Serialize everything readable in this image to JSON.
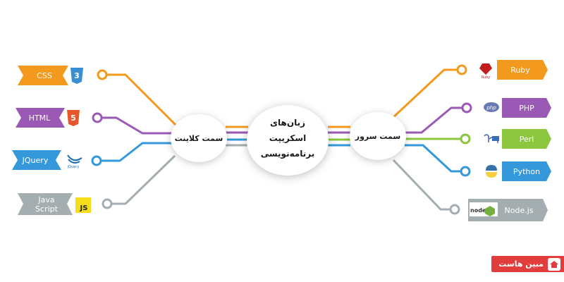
{
  "center": {
    "lines": [
      "زبان‌های",
      "اسکریپت",
      "برنامه‌نویسی"
    ]
  },
  "client_hub": {
    "label": "سمت کلاینت"
  },
  "server_hub": {
    "label": "سمت سرور"
  },
  "client_items": [
    {
      "label": "CSS",
      "color": "#f39a1e",
      "icon": "css3-icon"
    },
    {
      "label": "HTML",
      "color": "#9b59b6",
      "icon": "html5-icon"
    },
    {
      "label": "JQuery",
      "color": "#3498db",
      "icon": "jquery-icon"
    },
    {
      "label": "Java Script",
      "color": "#a4aeb0",
      "icon": "javascript-icon"
    }
  ],
  "server_items": [
    {
      "label": "Ruby",
      "color": "#f39a1e",
      "icon": "ruby-icon"
    },
    {
      "label": "PHP",
      "color": "#9b59b6",
      "icon": "php-icon"
    },
    {
      "label": "Perl",
      "color": "#8cc63f",
      "icon": "perl-icon"
    },
    {
      "label": "Python",
      "color": "#3498db",
      "icon": "python-icon"
    },
    {
      "label": "Node.js",
      "color": "#a4aeb0",
      "icon": "nodejs-icon"
    }
  ],
  "brand": {
    "label": "مبین هاست"
  }
}
